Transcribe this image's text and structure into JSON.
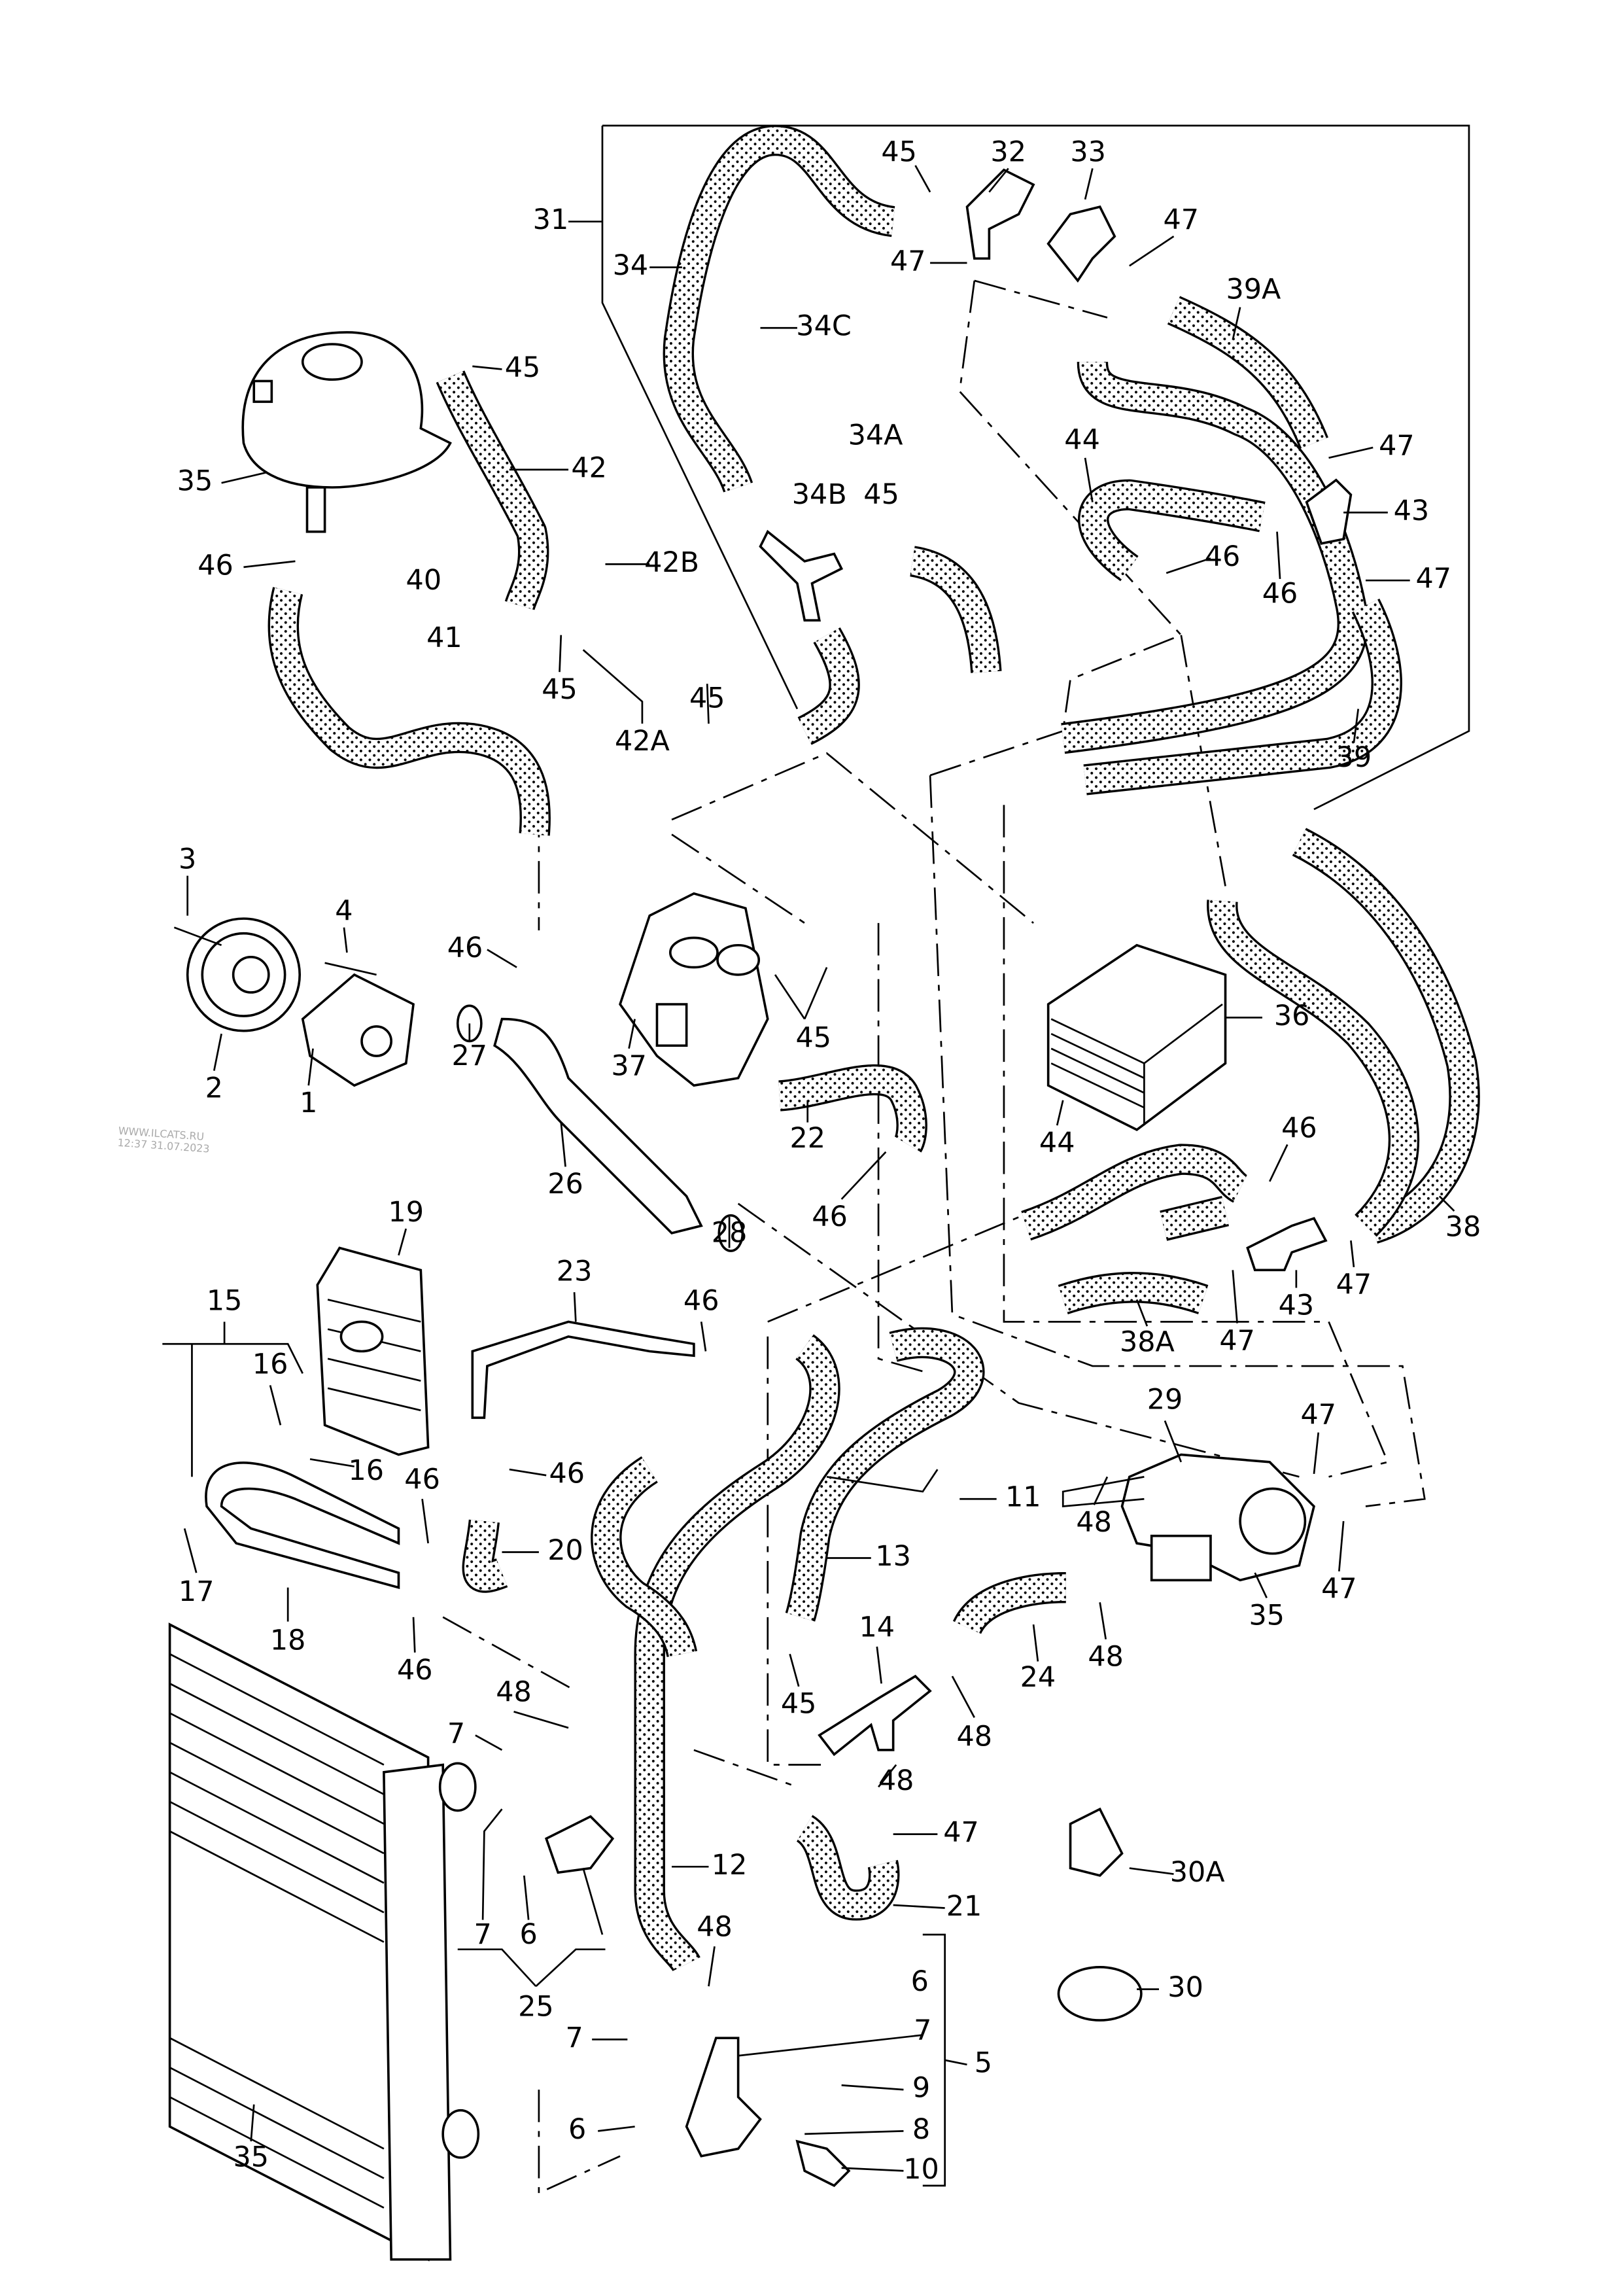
{
  "labels": [
    "45",
    "32",
    "33",
    "31",
    "34",
    "47",
    "47",
    "39A",
    "34C",
    "45",
    "35",
    "42",
    "34A",
    "44",
    "47",
    "34B",
    "45",
    "43",
    "46",
    "42B",
    "46",
    "46",
    "47",
    "40",
    "41",
    "45",
    "45",
    "42A",
    "39",
    "3",
    "4",
    "46",
    "45",
    "36",
    "37",
    "27",
    "2",
    "1",
    "22",
    "44",
    "46",
    "26",
    "46",
    "28",
    "38",
    "19",
    "23",
    "47",
    "43",
    "38A",
    "47",
    "15",
    "46",
    "16",
    "16",
    "29",
    "47",
    "46",
    "11",
    "17",
    "46",
    "20",
    "13",
    "48",
    "35",
    "47",
    "18",
    "46",
    "14",
    "24",
    "48",
    "45",
    "48",
    "48",
    "7",
    "48",
    "47",
    "30A",
    "12",
    "21",
    "7",
    "6",
    "48",
    "6",
    "30",
    "25",
    "7",
    "7",
    "5",
    "9",
    "6",
    "8",
    "35",
    "10"
  ],
  "watermark": {
    "site": "WWW.ILCATS.RU",
    "timestamp": "12:37 31.07.2023"
  },
  "colors": {
    "line": "#000000",
    "background": "#ffffff",
    "watermark": "#aaaaaa"
  }
}
